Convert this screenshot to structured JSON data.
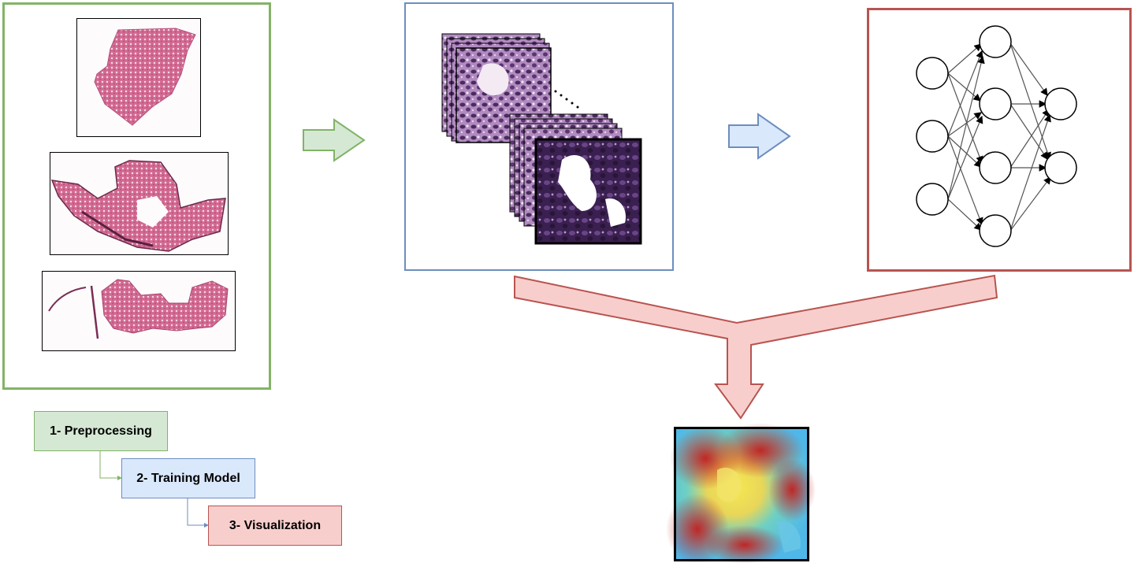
{
  "legend": {
    "step1": "1- Preprocessing",
    "step2": "2- Training Model",
    "step3": "3- Visualization"
  },
  "colors": {
    "preprocessing_border": "#82b366",
    "preprocessing_fill": "#d5e8d4",
    "training_border": "#6c8ebf",
    "training_fill": "#dae8fc",
    "visualization_border": "#b85450",
    "visualization_fill": "#f8cecc",
    "tissue_pink": "#c9587f",
    "tissue_purple": "#4b2a5e"
  },
  "icons": {
    "wsi_slides": "whole-slide-image-thumbnails",
    "patches": "image-patch-stack",
    "network": "neural-network",
    "heatmap": "attention-heatmap"
  }
}
